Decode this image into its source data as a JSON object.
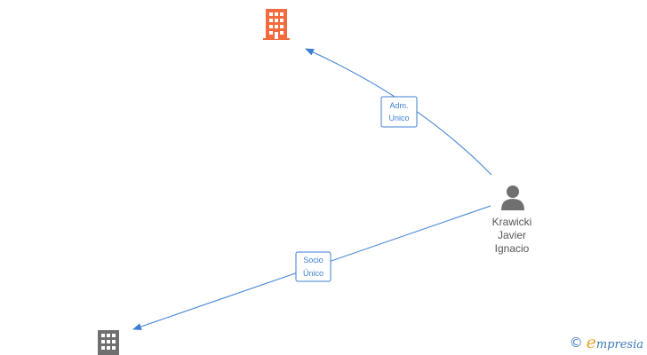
{
  "graph": {
    "nodes": {
      "company_top": {
        "icon": "building-icon",
        "color": "#f26a3d"
      },
      "company_bottom": {
        "icon": "building-icon",
        "color": "#6f6f6f"
      },
      "person": {
        "icon": "person-icon",
        "color": "#707070",
        "name_lines": [
          "Krawicki",
          "Javier",
          "Ignacio"
        ]
      }
    },
    "edges": [
      {
        "id": "edge-adm",
        "label_lines": [
          "Adm.",
          "Unico"
        ],
        "color": "#3b7fd4"
      },
      {
        "id": "edge-socio",
        "label_lines": [
          "Socio",
          "Único"
        ],
        "color": "#3b7fd4"
      }
    ]
  },
  "watermark": {
    "copyright_symbol": "©",
    "brand_initial": "e",
    "brand_rest": "mpresia",
    "brand_colors": {
      "initial": "#e6a42a",
      "rest": "#3b78b6"
    }
  }
}
